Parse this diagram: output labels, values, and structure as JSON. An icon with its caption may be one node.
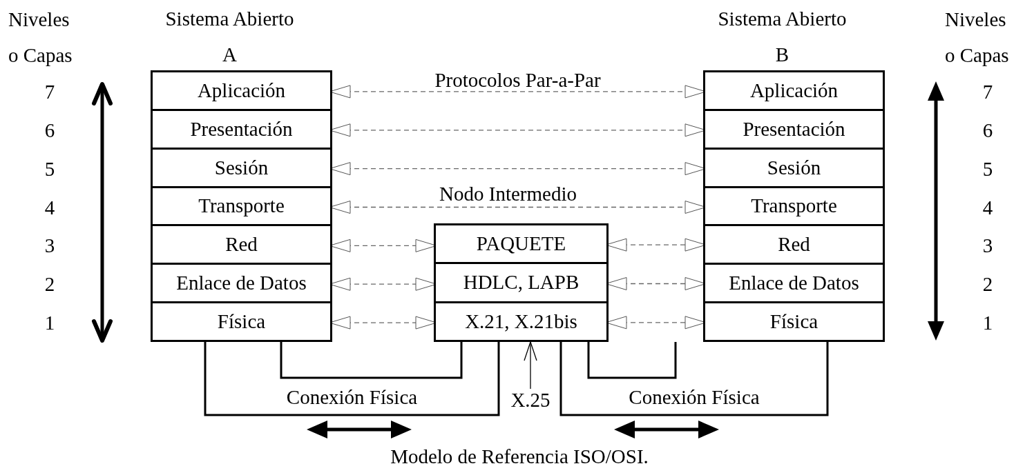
{
  "diagram": {
    "caption": "Modelo de Referencia ISO/OSI.",
    "nodes": [
      {
        "text": [
          "Sistema Abierto A"
        ]
      },
      {
        "text": [
          "Aplicación"
        ],
        "in": 0
      },
      {
        "text": [
          "Presentación"
        ],
        "in": 0
      },
      {
        "text": [
          "Sesión"
        ],
        "in": 0
      },
      {
        "text": [
          "Transporte"
        ],
        "in": 0
      },
      {
        "text": [
          "Red"
        ],
        "in": 0
      },
      {
        "text": [
          "Enlace de Datos"
        ],
        "in": 0
      },
      {
        "text": [
          "Física"
        ],
        "in": 0
      },
      {
        "text": [
          "Sistema Abierto B"
        ]
      },
      {
        "text": [
          "Aplicación"
        ],
        "in": 8
      },
      {
        "text": [
          "Presentación"
        ],
        "in": 8
      },
      {
        "text": [
          "Sesión"
        ],
        "in": 8
      },
      {
        "text": [
          "Transporte"
        ],
        "in": 8
      },
      {
        "text": [
          "Red"
        ],
        "in": 8
      },
      {
        "text": [
          "Enlace de Datos"
        ],
        "in": 8
      },
      {
        "text": [
          "Física"
        ],
        "in": 8
      },
      {
        "text": [
          "Nodo Intermedio"
        ]
      },
      {
        "text": [
          "PAQUETE"
        ],
        "in": 16
      },
      {
        "text": [
          "HDLC, LAPB"
        ],
        "in": 16
      },
      {
        "text": [
          "X.21, X.21bis"
        ],
        "in": 16
      },
      {
        "text": [
          "X.25"
        ]
      }
    ],
    "edges": [
      {
        "from": 1,
        "to": 9,
        "arrow": "both",
        "style": "dashed",
        "color": "#666666",
        "label": "Protocolos Par-a-Par"
      },
      {
        "from": 2,
        "to": 10,
        "arrow": "both",
        "style": "dashed",
        "color": "#666666"
      },
      {
        "from": 3,
        "to": 11,
        "arrow": "both",
        "style": "dashed",
        "color": "#666666"
      },
      {
        "from": 4,
        "to": 12,
        "arrow": "both",
        "style": "dashed",
        "color": "#666666"
      },
      {
        "from": 5,
        "to": 17,
        "arrow": "both",
        "style": "dashed",
        "color": "#666666"
      },
      {
        "from": 17,
        "to": 13,
        "arrow": "both",
        "style": "dashed",
        "color": "#666666"
      },
      {
        "from": 6,
        "to": 18,
        "arrow": "both",
        "style": "dashed",
        "color": "#666666"
      },
      {
        "from": 18,
        "to": 14,
        "arrow": "both",
        "style": "dashed",
        "color": "#666666"
      },
      {
        "from": 7,
        "to": 19,
        "arrow": "both",
        "style": "dashed",
        "color": "#666666"
      },
      {
        "from": 19,
        "to": 15,
        "arrow": "both",
        "style": "dashed",
        "color": "#666666"
      },
      {
        "from": 0,
        "to": 16,
        "arrow": "none",
        "color": "#000000",
        "label": "Conexión Física"
      },
      {
        "from": 0,
        "to": 16,
        "arrow": "none",
        "color": "#000000"
      },
      {
        "from": 16,
        "to": 8,
        "arrow": "none",
        "color": "#000000",
        "label": "Conexión Física"
      },
      {
        "from": 16,
        "to": 8,
        "arrow": "none",
        "color": "#000000"
      },
      {
        "from": 20,
        "to": 19,
        "arrow": "to",
        "color": "#000000"
      }
    ],
    "labels": [
      "Niveles o Capas",
      "Niveles o Capas",
      "7",
      "7",
      "6",
      "6",
      "5",
      "5",
      "4",
      "4",
      "3",
      "3",
      "2",
      "2",
      "1",
      "1"
    ]
  }
}
